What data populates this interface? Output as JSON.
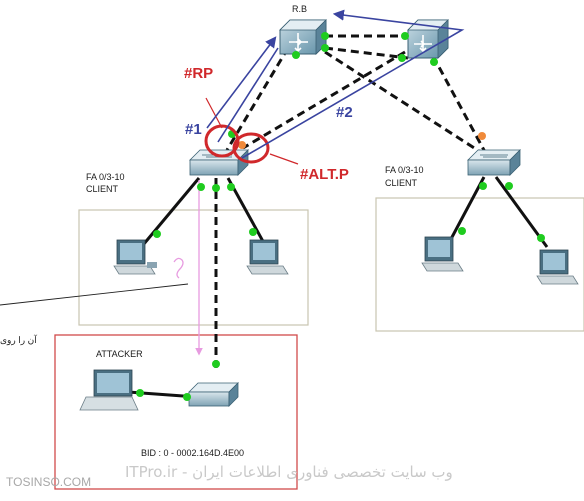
{
  "labels": {
    "root_bridge": "R.B",
    "rp": "#RP",
    "alt_port": "#ALT.P",
    "path1": "#1",
    "path2": "#2",
    "fa_left": "FA 0/3-10",
    "client_left": "CLIENT",
    "fa_right": "FA 0/3-10",
    "client_right": "CLIENT",
    "attacker": "ATTACKER",
    "bid": "BID : 0 - 0002.164D.4E00",
    "side_note": "آن را روی",
    "watermark_left": "TOSINSO.COM",
    "watermark_right": "ITPro.ir - وب سایت تخصصی فناوری اطلاعات ایران"
  },
  "colors": {
    "link": "#111111",
    "port_up": "#1fcc1f",
    "port_blocked": "#f08a3a",
    "annotation_red": "#d0282b",
    "annotation_blue": "#3a44a0",
    "attack_path": "#e79be0",
    "attacker_box": "#d14a4a",
    "client_box": "#c9c5b0"
  },
  "icons": [
    "multilayer-switch-icon",
    "switch-icon",
    "pc-icon",
    "laptop-icon"
  ]
}
